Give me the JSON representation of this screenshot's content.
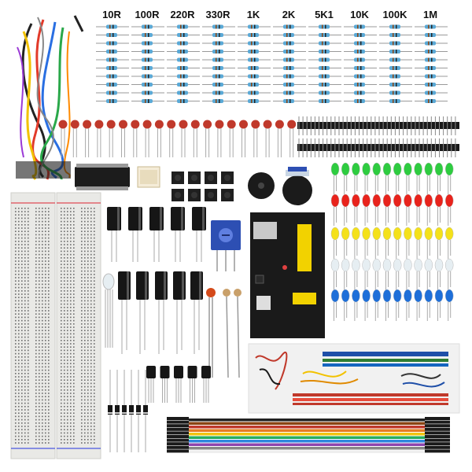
{
  "resistor_labels": [
    "10R",
    "100R",
    "220R",
    "330R",
    "1K",
    "2K",
    "5K1",
    "10K",
    "100K",
    "1M"
  ],
  "colors": {
    "background": "#ffffff",
    "resistor_body": "#5aa9d6",
    "ceramic_cap": "#c0392b",
    "breadboard": "#e9e9e6",
    "led_green": "#2ecc40",
    "led_red": "#e8231c",
    "led_yellow": "#f4e11a",
    "led_white": "#e6eef2",
    "led_blue": "#1e6fd9",
    "power_module": "#1a1a1a",
    "potentiometer": "#2d4fb3"
  },
  "icons": {
    "power_module": "breadboard-power-supply-module",
    "buzzer": "buzzer-icon",
    "pushbutton": "tactile-switch-icon"
  }
}
